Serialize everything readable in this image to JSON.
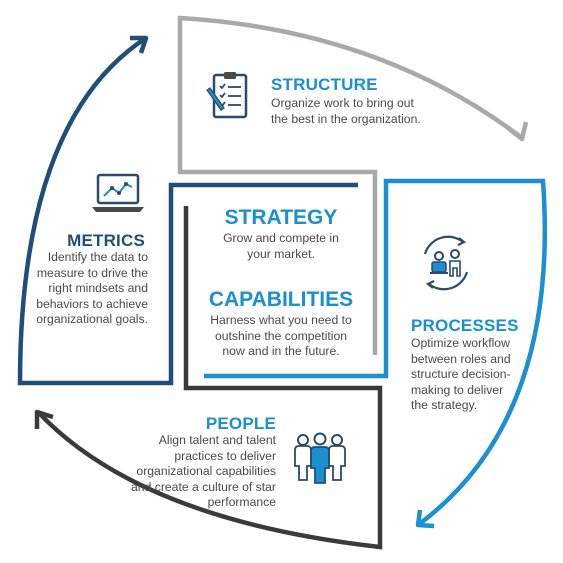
{
  "colors": {
    "light_blue": "#1a8fd1",
    "dark_navy": "#1f4e7a",
    "gray": "#a7a9ac",
    "dark_gray": "#3a3a3a",
    "text": "#4a4a4a"
  },
  "segments": {
    "structure": {
      "title": "STRUCTURE",
      "line1": "Organize work to bring out",
      "line2": "the best in the organization.",
      "icon": "clipboard-checklist-icon"
    },
    "metrics": {
      "title": "METRICS",
      "line1": "Identify the data to",
      "line2": "measure to drive the",
      "line3": "right mindsets and",
      "line4": "behaviors to achieve",
      "line5": "organizational goals.",
      "icon": "laptop-chart-icon"
    },
    "strategy": {
      "title": "STRATEGY",
      "line1": "Grow and compete in",
      "line2": "your market."
    },
    "capabilities": {
      "title": "CAPABILITIES",
      "line1": "Harness what you need to",
      "line2": "outshine the competition",
      "line3": "now and in the future."
    },
    "processes": {
      "title": "PROCESSES",
      "line1": "Optimize workflow",
      "line2": "between roles and",
      "line3": "structure decision-",
      "line4": "making to deliver",
      "line5": "the strategy.",
      "icon": "process-cycle-people-icon"
    },
    "people": {
      "title": "PEOPLE",
      "line1": "Align talent and talent",
      "line2": "practices to deliver",
      "line3": "organizational capabilities",
      "line4": "and create a culture of star",
      "line5": "performance",
      "icon": "team-group-icon"
    }
  }
}
